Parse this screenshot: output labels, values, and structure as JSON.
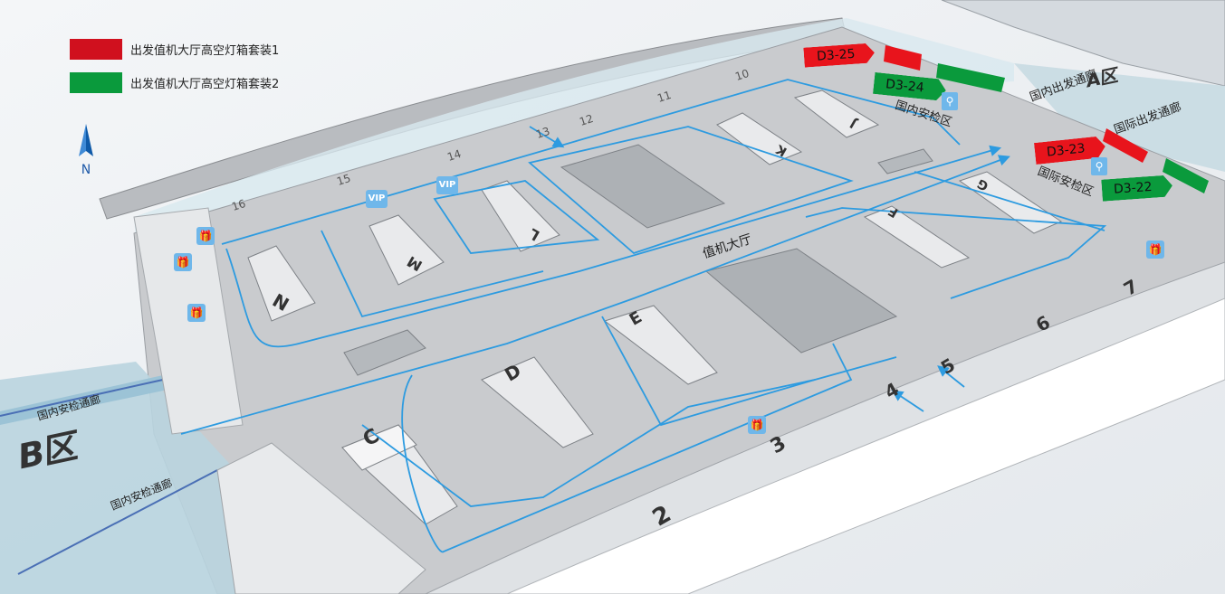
{
  "legend": {
    "items": [
      {
        "label": "出发值机大厅高空灯箱套装1",
        "color": "#d0101e"
      },
      {
        "label": "出发值机大厅高空灯箱套装2",
        "color": "#0a9a3c"
      }
    ]
  },
  "compass": {
    "label": "N"
  },
  "hall": {
    "label": "值机大厅"
  },
  "zones": {
    "a_zone": "A区",
    "b_zone": "B区",
    "domestic_security": "国内安检区",
    "intl_security": "国际安检区",
    "domestic_departure_corridor": "国内出发通廊",
    "intl_departure_corridor": "国际出发通廊",
    "domestic_security_corridor_1": "国内安检通廊",
    "domestic_security_corridor_2": "国内安检通廊"
  },
  "counters": {
    "C": "C",
    "D": "D",
    "E": "E",
    "F": "F",
    "G": "G",
    "J": "J",
    "K": "K",
    "L": "L",
    "M": "M",
    "N": "N"
  },
  "gates": {
    "g2": "2",
    "g3": "3",
    "g4": "4",
    "g5": "5",
    "g6": "6",
    "g7": "7",
    "g10": "10",
    "g11": "11",
    "g12": "12",
    "g13": "13",
    "g14": "14",
    "g15": "15",
    "g16": "16"
  },
  "vip": [
    "VIP",
    "VIP"
  ],
  "ads": [
    {
      "label": "D3-25",
      "color": "#e8141c"
    },
    {
      "label": "D3-24",
      "color": "#0a9a3c"
    },
    {
      "label": "D3-23",
      "color": "#e8141c"
    },
    {
      "label": "D3-22",
      "color": "#0a9a3c"
    }
  ],
  "colors": {
    "floor": "#c9cbce",
    "route": "#2d9be0",
    "glass": "#bfdde9"
  },
  "icons": [
    "gift-icon",
    "person-scan-icon",
    "escalator-icon",
    "compass-arrow-icon"
  ]
}
